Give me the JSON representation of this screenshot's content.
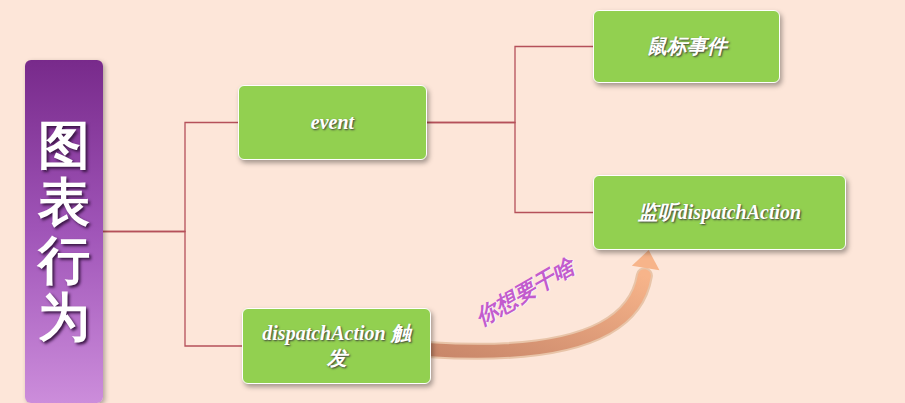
{
  "diagram": {
    "nodes": [
      {
        "text": [
          "图表行为"
        ]
      },
      {
        "text": [
          "event"
        ]
      },
      {
        "text": [
          "鼠标事件"
        ]
      },
      {
        "text": [
          "监听dispatchAction"
        ]
      },
      {
        "text": [
          "dispatchAction 触发"
        ]
      }
    ],
    "edges": [
      {
        "from": 0,
        "to": 1,
        "arrow": "none"
      },
      {
        "from": 0,
        "to": 4,
        "arrow": "none"
      },
      {
        "from": 1,
        "to": 2,
        "arrow": "none"
      },
      {
        "from": 1,
        "to": 3,
        "arrow": "none"
      },
      {
        "from": 4,
        "to": 3,
        "arrow": "to",
        "label": "你想要干啥"
      }
    ]
  }
}
